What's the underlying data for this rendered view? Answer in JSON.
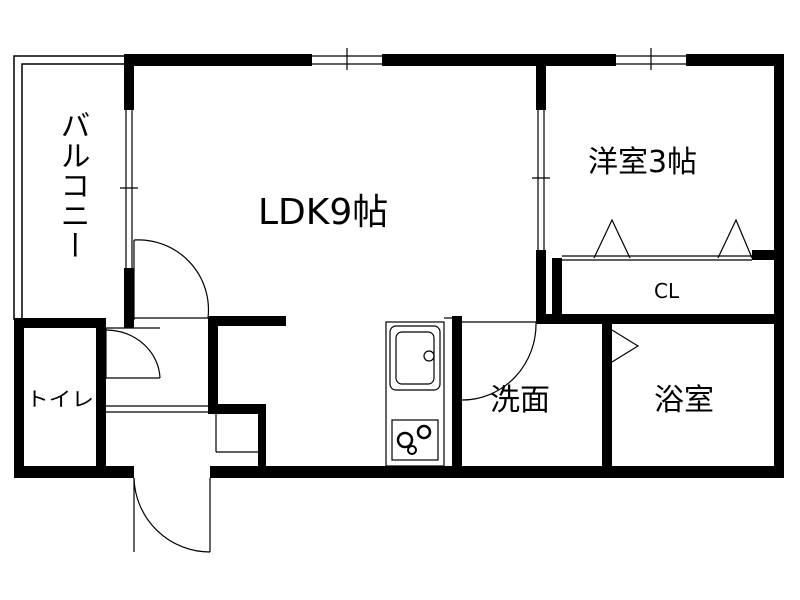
{
  "rooms": {
    "ldk": "LDK9帖",
    "western_room": "洋室3帖",
    "closet": "CL",
    "washroom": "洗面",
    "bathroom": "浴室",
    "toilet": "トイレ",
    "balcony": "バルコニー"
  },
  "colors": {
    "wall": "#000000",
    "line": "#000000",
    "background": "#ffffff"
  }
}
